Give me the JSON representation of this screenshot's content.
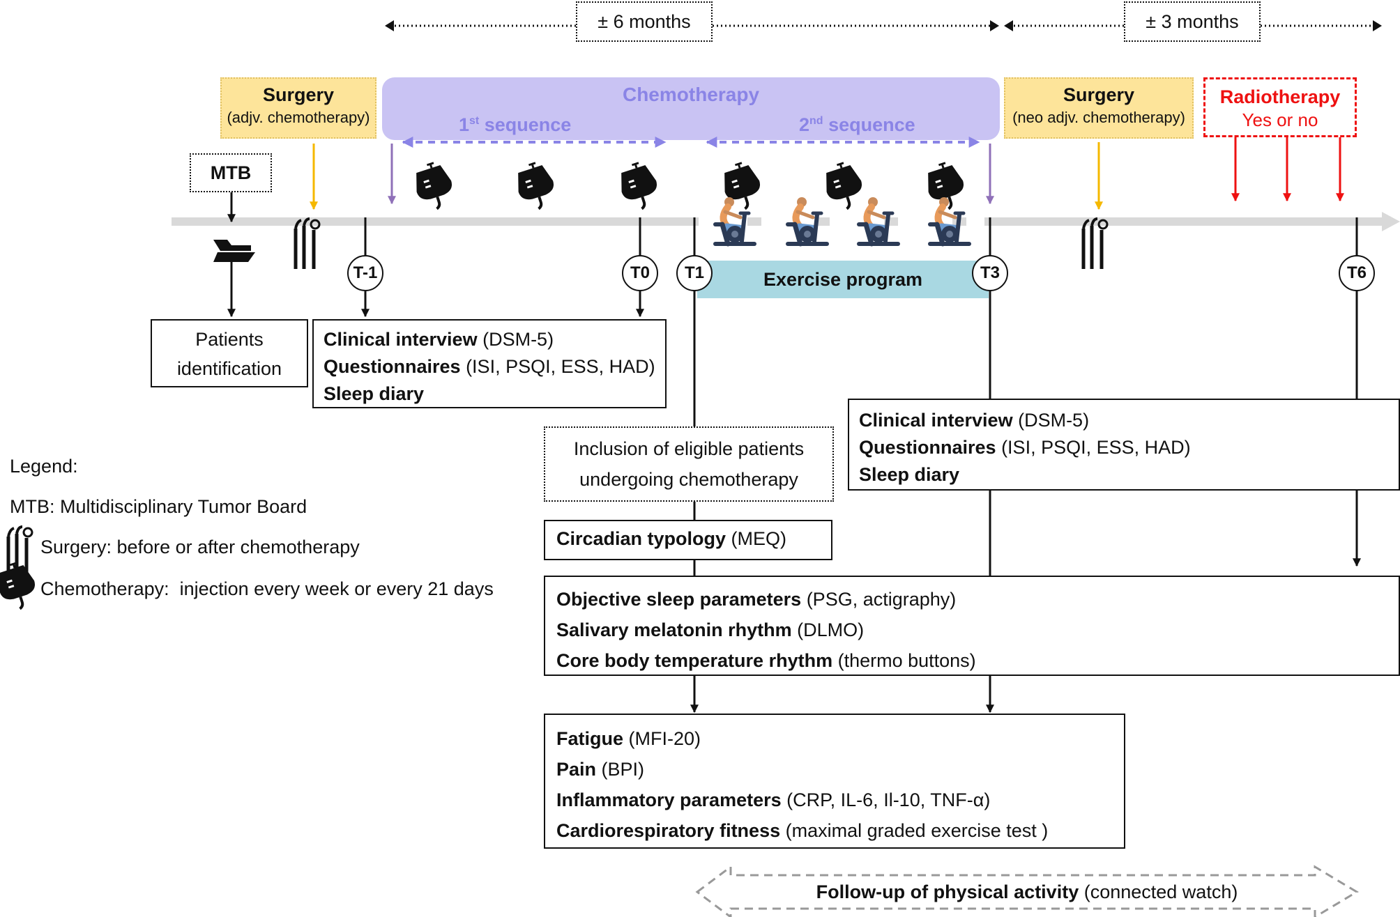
{
  "periods": {
    "six_months": "± 6 months",
    "three_months": "± 3 months"
  },
  "chemotherapy": {
    "title": "Chemotherapy",
    "seq1": {
      "num": "1",
      "sup": "st",
      "rest": " sequence"
    },
    "seq2": {
      "num": "2",
      "sup": "nd",
      "rest": " sequence"
    }
  },
  "surgery_adj": {
    "title": "Surgery",
    "sub": "(adjv. chemotherapy)"
  },
  "surgery_neo": {
    "title": "Surgery",
    "sub": "(neo adjv. chemotherapy)"
  },
  "radiotherapy": {
    "title": "Radiotherapy",
    "sub": "Yes or no"
  },
  "mtb": "MTB",
  "timepoints": {
    "tm1": "T-1",
    "t0": "T0",
    "t1": "T1",
    "t3": "T3",
    "t6": "T6"
  },
  "exercise_program": "Exercise program",
  "patients_identification": {
    "line1": "Patients",
    "line2": "identification"
  },
  "assessment_baseline": {
    "l1b": "Clinical interview",
    "l1n": " (DSM-5)",
    "l2b": "Questionnaires",
    "l2n": " (ISI, PSQI, ESS, HAD)",
    "l3b": "Sleep diary"
  },
  "assessment_followup": {
    "l1b": "Clinical interview",
    "l1n": " (DSM-5)",
    "l2b": "Questionnaires",
    "l2n": " (ISI, PSQI, ESS, HAD)",
    "l3b": "Sleep diary"
  },
  "inclusion": {
    "line1": "Inclusion of eligible patients",
    "line2": "undergoing chemotherapy"
  },
  "circadian": {
    "b": "Circadian typology",
    "n": " (MEQ)"
  },
  "objective": {
    "l1b": "Objective sleep parameters",
    "l1n": " (PSG, actigraphy)",
    "l2b": "Salivary melatonin rhythm",
    "l2n": " (DLMO)",
    "l3b": "Core body temperature rhythm",
    "l3n": " (thermo buttons)"
  },
  "fatigue_box": {
    "l1b": "Fatigue",
    "l1n": " (MFI-20)",
    "l2b": "Pain",
    "l2n": " (BPI)",
    "l3b": "Inflammatory parameters",
    "l3n": " (CRP, IL-6, Il-10, TNF-α)",
    "l4b": "Cardiorespiratory fitness",
    "l4n": " (maximal graded exercise test )"
  },
  "followup_activity": {
    "b": "Follow-up of physical activity",
    "n": " (connected watch)"
  },
  "legend": {
    "title": "Legend:",
    "mtb": "MTB: Multidisciplinary Tumor Board",
    "surgery": "Surgery: before or after chemotherapy",
    "chemo": "Chemotherapy:  injection every week or every 21 days"
  },
  "colors": {
    "surgery_fill": "#fde49a",
    "surgery_arrow": "#f5b800",
    "chemo_fill": "#c9c3f3",
    "chemo_text": "#8a84e6",
    "chemo_arrow": "#8f70b8",
    "exercise_fill": "#a9d8e2",
    "radiotherapy": "#ee1111",
    "timeline": "#d9d9d9"
  }
}
